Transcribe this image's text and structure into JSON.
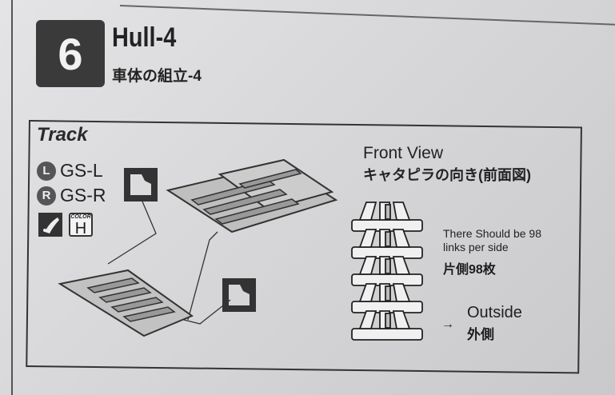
{
  "step": {
    "number": "6",
    "title": "Hull-4",
    "subtitle": "車体の組立-4"
  },
  "panel": {
    "label": "Track",
    "parts": [
      {
        "badge": "L",
        "code": "GS-L"
      },
      {
        "badge": "R",
        "code": "GS-R"
      }
    ],
    "color": {
      "label": "COLOR",
      "value": "H"
    },
    "front_view": {
      "title": "Front View",
      "subtitle": "キャタピラの向き(前面図)",
      "note_line1": "There Should be 98",
      "note_line2": "links per side",
      "note_jp": "片側98枚",
      "outside": "Outside",
      "outside_jp": "外側",
      "arrow": "→"
    }
  }
}
